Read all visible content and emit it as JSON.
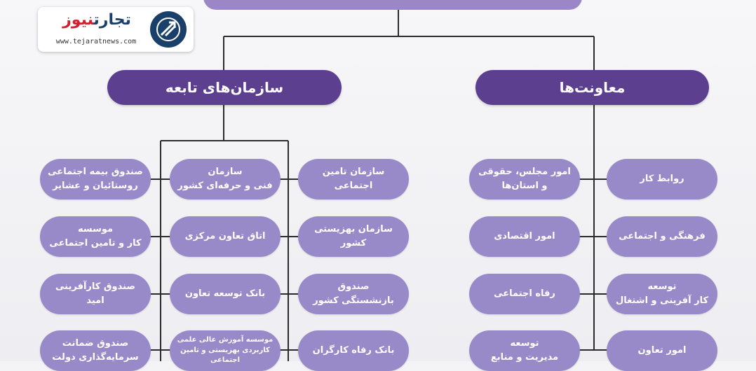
{
  "logo": {
    "name_part1": "تجارت",
    "name_part2": "نیوز",
    "url": "www.tejaratnews.com",
    "icon": "tejaratnews-logo-icon"
  },
  "headers": {
    "left": "سازمان‌های تابعه",
    "right": "معاونت‌ها"
  },
  "subsidiaries": {
    "col_far_left": [
      "صندوق بیمه اجتماعی\nروستائیان و عشایر",
      "موسسه\nکار و تامین اجتماعی",
      "صندوق کارآفرینی امید",
      "صندوق ضمانت\nسرمایه‌گذاری دولت"
    ],
    "col_middle": [
      "سازمان\nفنی و حرفه‌ای کشور",
      "اتاق تعاون مرکزی",
      "بانک توسعه تعاون",
      "موسسه آموزش عالی علمی\nکاربردی بهزیستی و تامین اجتماعی"
    ],
    "col_right": [
      "سازمان تامین اجتماعی",
      "سازمان بهزیستی کشور",
      "صندوق\nبازنشستگی کشور",
      "بانک رفاه کارگران"
    ]
  },
  "deputies": {
    "col_left": [
      "امور مجلس، حقوقی\nو استان‌ها",
      "امور اقتصادی",
      "رفاه اجتماعی",
      "توسعه\nمدیریت و منابع"
    ],
    "col_right": [
      "روابط کار",
      "فرهنگی و اجتماعی",
      "توسعه\nکار آفرینی و اشتغال",
      "امور تعاون"
    ]
  },
  "colors": {
    "header": "#5c3f8f",
    "node": "#9889c8",
    "top_bar": "#9b86c6",
    "line": "#2b2b2b",
    "logo_blue": "#1b3f6b",
    "logo_red": "#d21f2c"
  }
}
